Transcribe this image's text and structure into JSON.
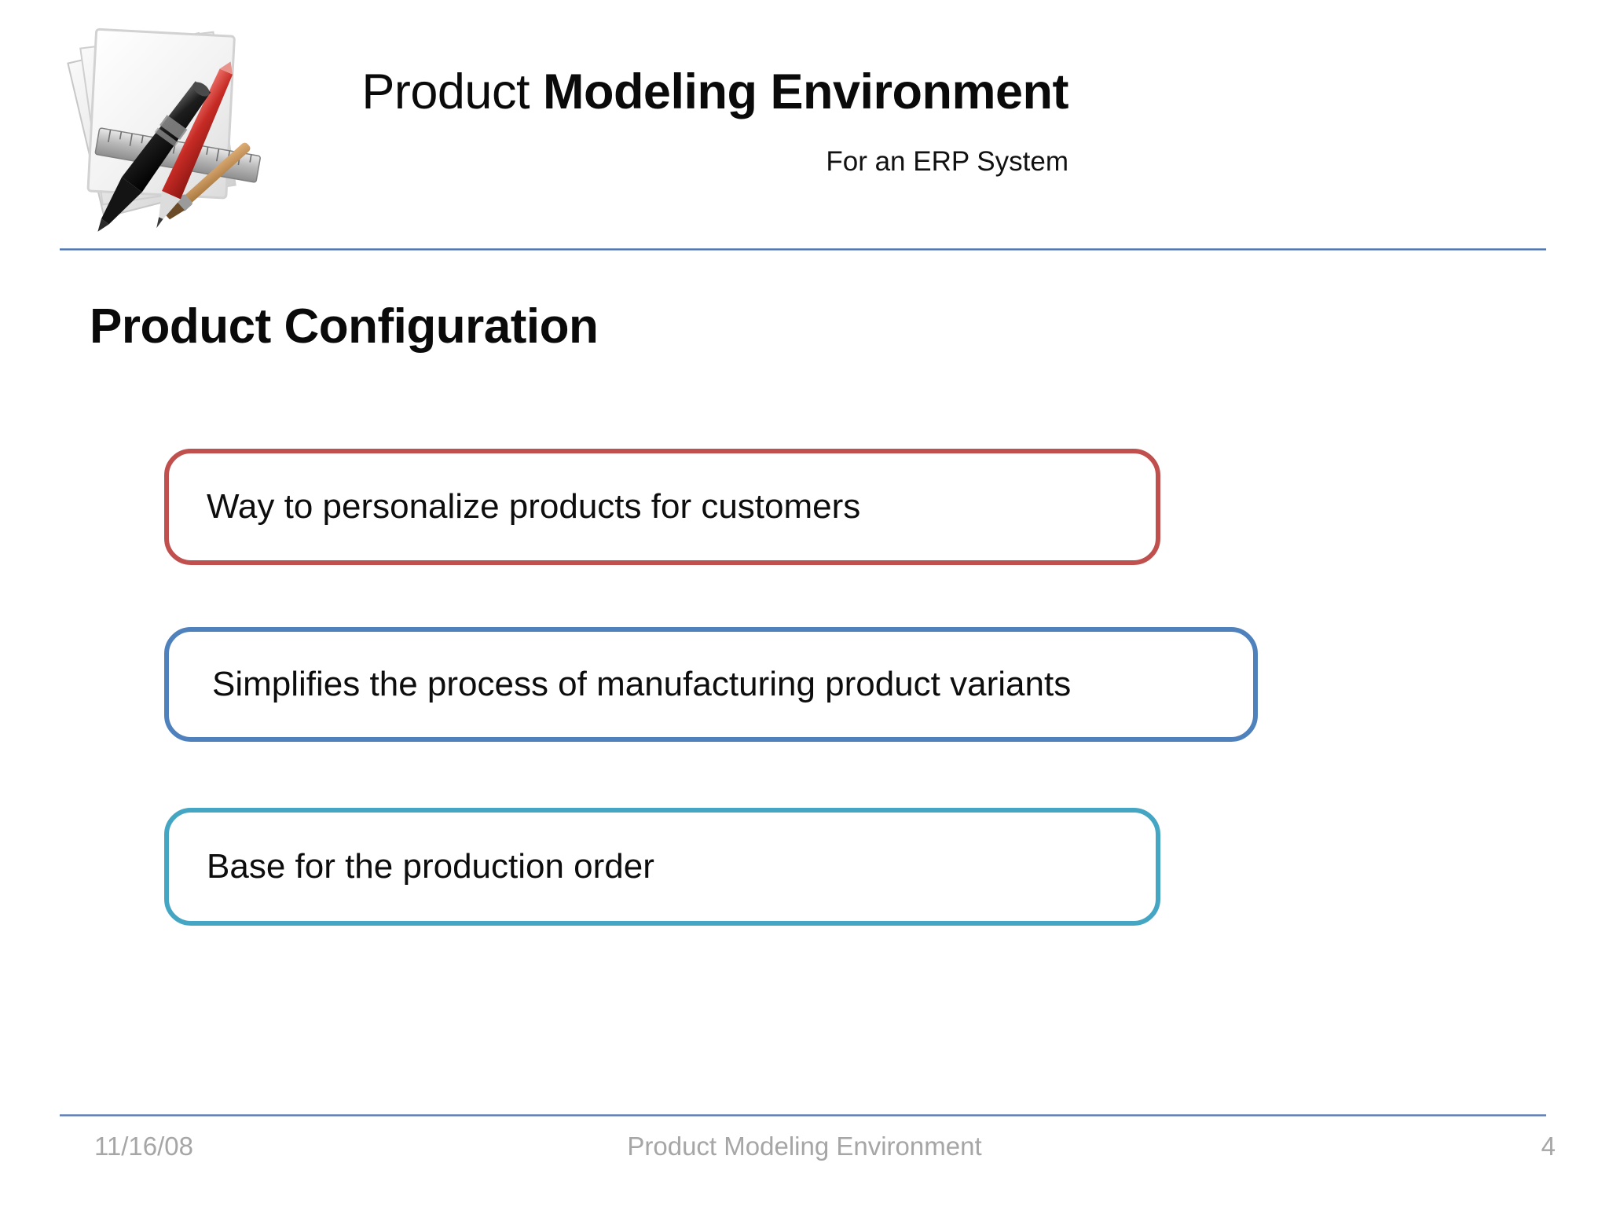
{
  "header": {
    "logo_icon": "document-pen-ruler-icon",
    "title_regular": "Product ",
    "title_bold": "Modeling Environment",
    "subtitle": "For an ERP System",
    "rule_color": "#4a6fa8"
  },
  "slide": {
    "title": "Product Configuration"
  },
  "callouts": [
    {
      "text": "Way to personalize products for customers",
      "border_color": "#c0504d",
      "name": "callout-personalize"
    },
    {
      "text": "Simplifies the process of manufacturing product variants",
      "border_color": "#4f81bd",
      "name": "callout-simplifies"
    },
    {
      "text": "Base for the production order",
      "border_color": "#45a6c4",
      "name": "callout-production-order"
    }
  ],
  "footer": {
    "date": "11/16/08",
    "label": "Product Modeling Environment",
    "page_number": "4",
    "text_color": "#a6a6a6",
    "rule_color": "#5a78ad"
  }
}
